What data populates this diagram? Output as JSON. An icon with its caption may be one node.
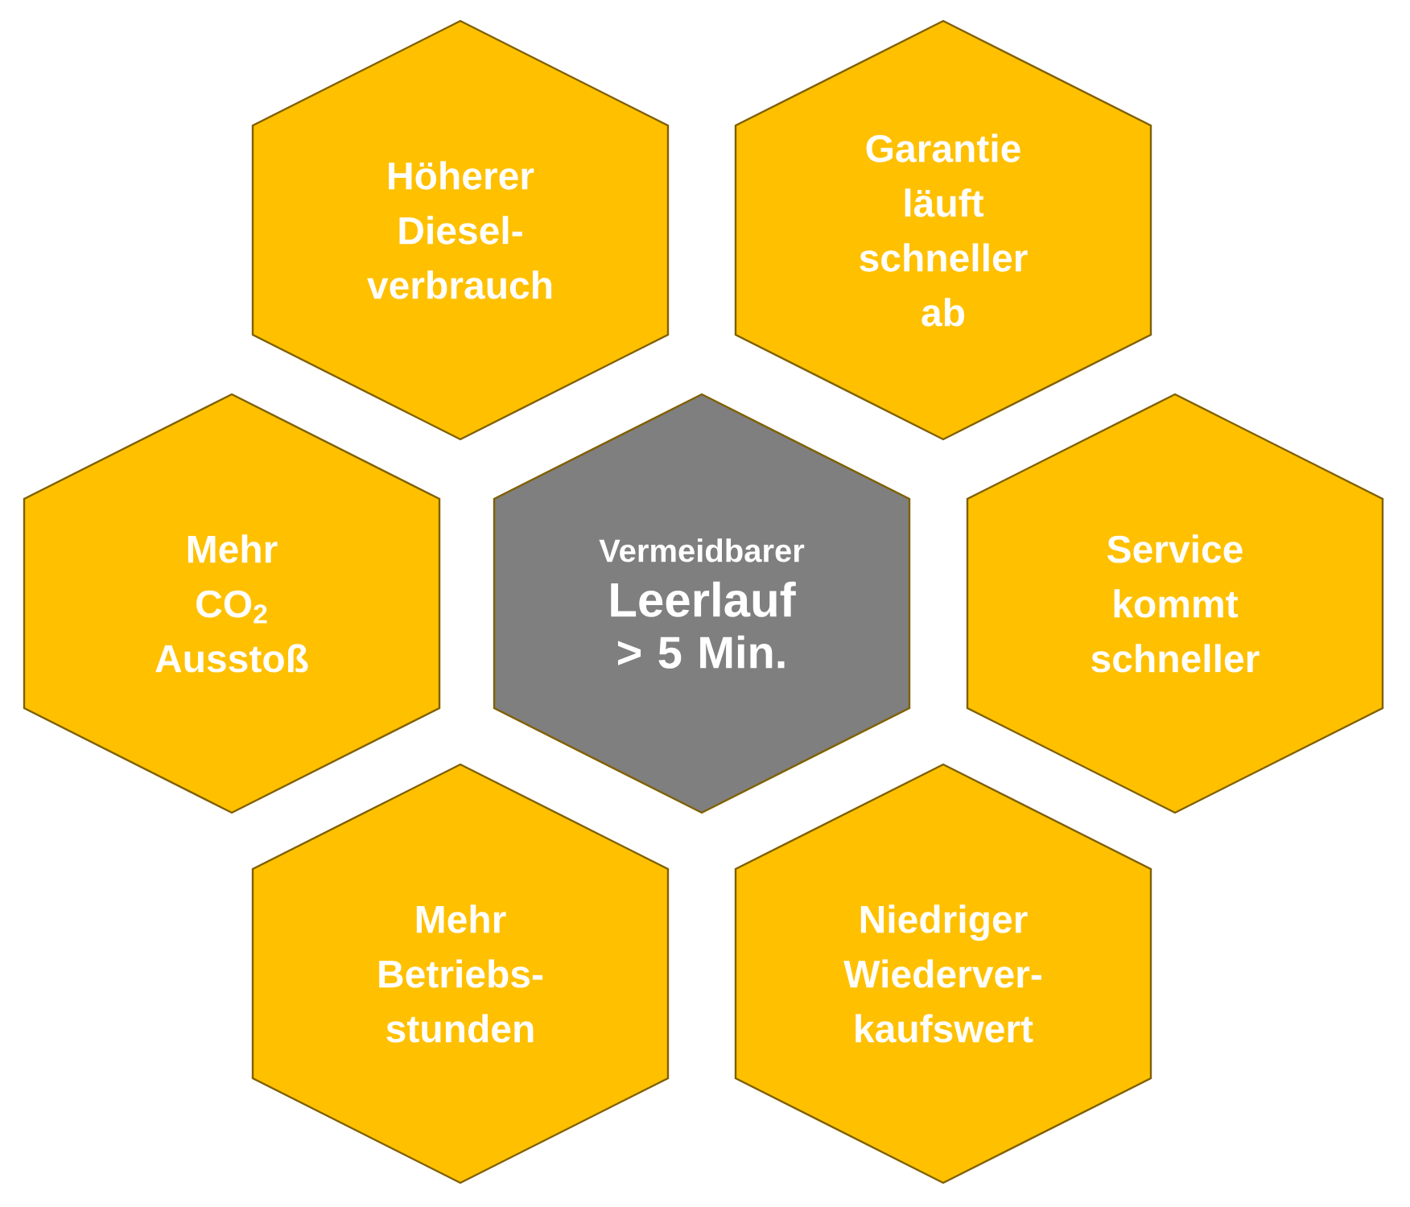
{
  "diagram": {
    "nodes": [
      {
        "text": [
          "Höherer Diesel- verbrauch"
        ]
      },
      {
        "text": [
          "Garantie läuft schneller ab"
        ]
      },
      {
        "text": [
          "Mehr CO$_{2}$ Ausstoß"
        ]
      },
      {
        "text": [
          "Vermeidbarer",
          "Leerlauf",
          "> 5 Min."
        ]
      },
      {
        "text": [
          "Service kommt schneller"
        ]
      },
      {
        "text": [
          "Mehr Betriebs- stunden"
        ]
      },
      {
        "text": [
          "Niedriger Wiederver- kaufswert"
        ]
      }
    ]
  }
}
